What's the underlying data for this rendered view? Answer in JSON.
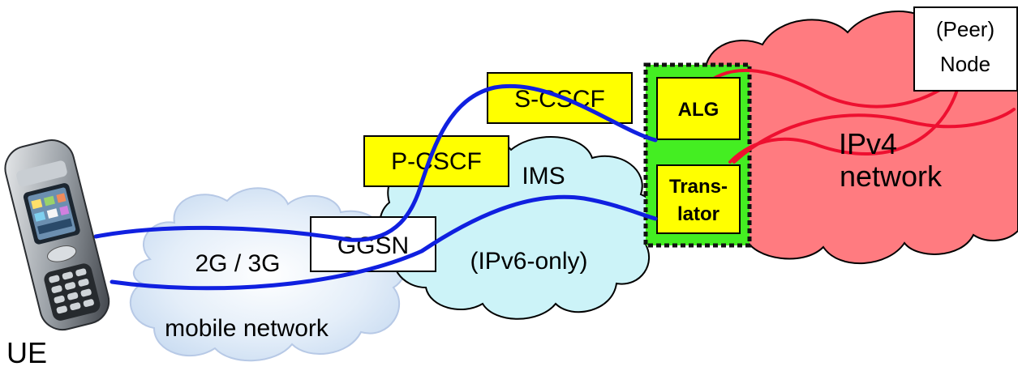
{
  "diagram": {
    "ue_label": "UE",
    "mobile_network": {
      "label_top": "2G / 3G",
      "label_bottom": "mobile network"
    },
    "ggsn_label": "GGSN",
    "ims": {
      "label": "IMS",
      "sublabel": "(IPv6-only)"
    },
    "p_cscf_label": "P-CSCF",
    "s_cscf_label": "S-CSCF",
    "alg_label": "ALG",
    "translator_label_line1": "Trans-",
    "translator_label_line2": "lator",
    "ipv4": {
      "label_line1": "IPv4",
      "label_line2": "network"
    },
    "peer_node_line1": "(Peer)",
    "peer_node_line2": "Node"
  },
  "colors": {
    "mobile_cloud": "#d8e6f6",
    "ims_cloud": "#ccf3f8",
    "ipv4_cloud": "#ff7b80",
    "gateway_box": "#44ee22",
    "cscf_box": "#ffff00",
    "ipv6_path": "#1020e0",
    "ipv4_path": "#ee1030"
  }
}
